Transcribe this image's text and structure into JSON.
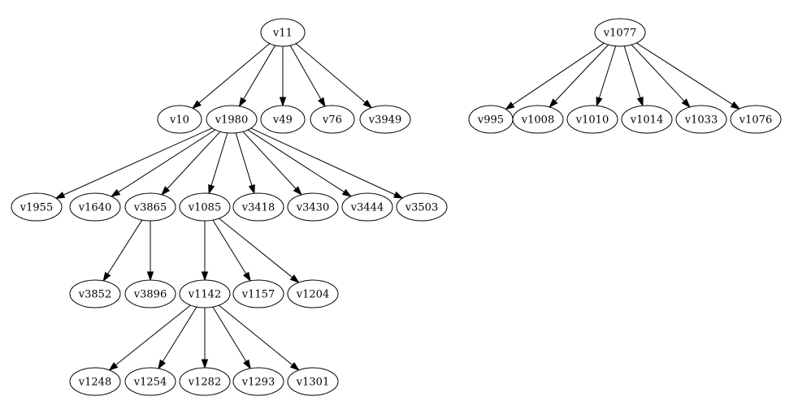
{
  "graph": {
    "nodes": [
      {
        "id": "v11",
        "label": "v11"
      },
      {
        "id": "v10",
        "label": "v10"
      },
      {
        "id": "v1980",
        "label": "v1980"
      },
      {
        "id": "v49",
        "label": "v49"
      },
      {
        "id": "v76",
        "label": "v76"
      },
      {
        "id": "v3949",
        "label": "v3949"
      },
      {
        "id": "v1955",
        "label": "v1955"
      },
      {
        "id": "v1640",
        "label": "v1640"
      },
      {
        "id": "v3865",
        "label": "v3865"
      },
      {
        "id": "v1085",
        "label": "v1085"
      },
      {
        "id": "v3418",
        "label": "v3418"
      },
      {
        "id": "v3430",
        "label": "v3430"
      },
      {
        "id": "v3444",
        "label": "v3444"
      },
      {
        "id": "v3503",
        "label": "v3503"
      },
      {
        "id": "v3852",
        "label": "v3852"
      },
      {
        "id": "v3896",
        "label": "v3896"
      },
      {
        "id": "v1142",
        "label": "v1142"
      },
      {
        "id": "v1157",
        "label": "v1157"
      },
      {
        "id": "v1204",
        "label": "v1204"
      },
      {
        "id": "v1248",
        "label": "v1248"
      },
      {
        "id": "v1254",
        "label": "v1254"
      },
      {
        "id": "v1282",
        "label": "v1282"
      },
      {
        "id": "v1293",
        "label": "v1293"
      },
      {
        "id": "v1301",
        "label": "v1301"
      },
      {
        "id": "v1077",
        "label": "v1077"
      },
      {
        "id": "v995",
        "label": "v995"
      },
      {
        "id": "v1008",
        "label": "v1008"
      },
      {
        "id": "v1010",
        "label": "v1010"
      },
      {
        "id": "v1014",
        "label": "v1014"
      },
      {
        "id": "v1033",
        "label": "v1033"
      },
      {
        "id": "v1076",
        "label": "v1076"
      }
    ],
    "edges": [
      {
        "from": "v11",
        "to": "v10"
      },
      {
        "from": "v11",
        "to": "v1980"
      },
      {
        "from": "v11",
        "to": "v49"
      },
      {
        "from": "v11",
        "to": "v76"
      },
      {
        "from": "v11",
        "to": "v3949"
      },
      {
        "from": "v1980",
        "to": "v1955"
      },
      {
        "from": "v1980",
        "to": "v1640"
      },
      {
        "from": "v1980",
        "to": "v3865"
      },
      {
        "from": "v1980",
        "to": "v1085"
      },
      {
        "from": "v1980",
        "to": "v3418"
      },
      {
        "from": "v1980",
        "to": "v3430"
      },
      {
        "from": "v1980",
        "to": "v3444"
      },
      {
        "from": "v1980",
        "to": "v3503"
      },
      {
        "from": "v3865",
        "to": "v3852"
      },
      {
        "from": "v3865",
        "to": "v3896"
      },
      {
        "from": "v1085",
        "to": "v1142"
      },
      {
        "from": "v1085",
        "to": "v1157"
      },
      {
        "from": "v1085",
        "to": "v1204"
      },
      {
        "from": "v1142",
        "to": "v1248"
      },
      {
        "from": "v1142",
        "to": "v1254"
      },
      {
        "from": "v1142",
        "to": "v1282"
      },
      {
        "from": "v1142",
        "to": "v1293"
      },
      {
        "from": "v1142",
        "to": "v1301"
      },
      {
        "from": "v1077",
        "to": "v995"
      },
      {
        "from": "v1077",
        "to": "v1008"
      },
      {
        "from": "v1077",
        "to": "v1010"
      },
      {
        "from": "v1077",
        "to": "v1014"
      },
      {
        "from": "v1077",
        "to": "v1033"
      },
      {
        "from": "v1077",
        "to": "v1076"
      }
    ]
  }
}
